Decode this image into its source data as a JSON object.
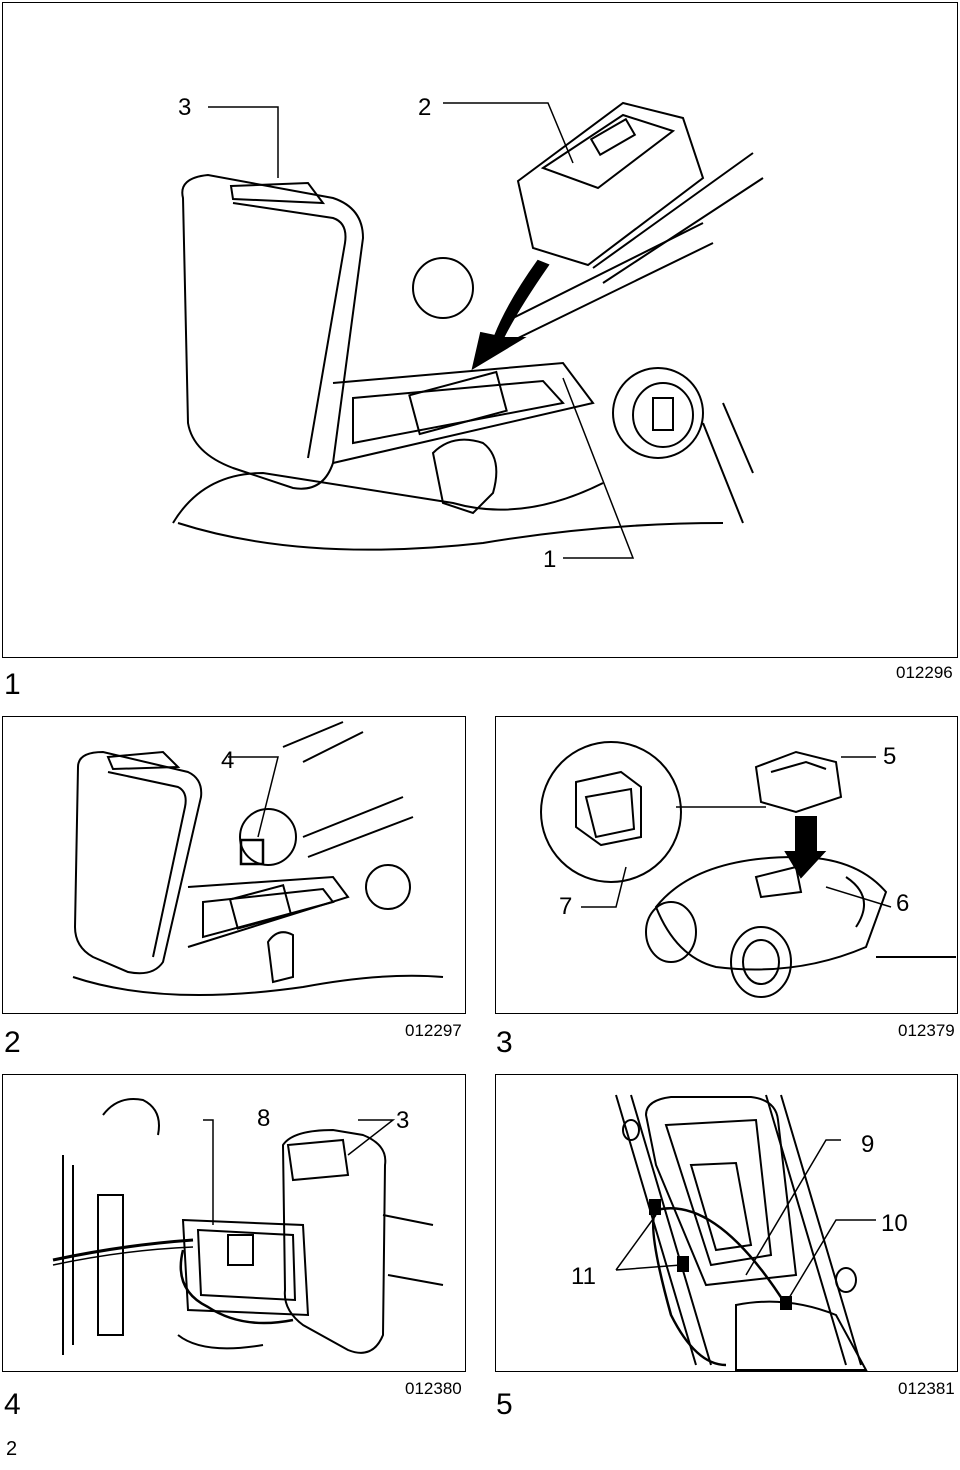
{
  "figures": [
    {
      "number": "1",
      "code": "012296",
      "callouts": [
        "3",
        "2",
        "1"
      ]
    },
    {
      "number": "2",
      "code": "012297",
      "callouts": [
        "4"
      ]
    },
    {
      "number": "3",
      "code": "012379",
      "callouts": [
        "5",
        "6",
        "7"
      ]
    },
    {
      "number": "4",
      "code": "012380",
      "callouts": [
        "8",
        "3"
      ]
    },
    {
      "number": "5",
      "code": "012381",
      "callouts": [
        "9",
        "10",
        "11"
      ]
    }
  ],
  "page_number": "2"
}
